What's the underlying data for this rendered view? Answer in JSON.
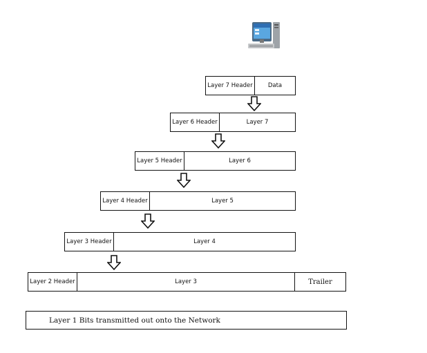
{
  "diagram": {
    "layers": [
      {
        "header": "Layer 7 Header",
        "payload": "Data"
      },
      {
        "header": "Layer 6 Header",
        "payload": "Layer 7"
      },
      {
        "header": "Layer 5 Header",
        "payload": "Layer 6"
      },
      {
        "header": "Layer 4 Header",
        "payload": "Layer 5"
      },
      {
        "header": "Layer 3 Header",
        "payload": "Layer 4"
      },
      {
        "header": "Layer 2 Header",
        "payload": "Layer 3",
        "trailer": "Trailer"
      }
    ],
    "bits": "Layer 1 Bits transmitted out onto the Network",
    "icon": "computer-icon"
  }
}
